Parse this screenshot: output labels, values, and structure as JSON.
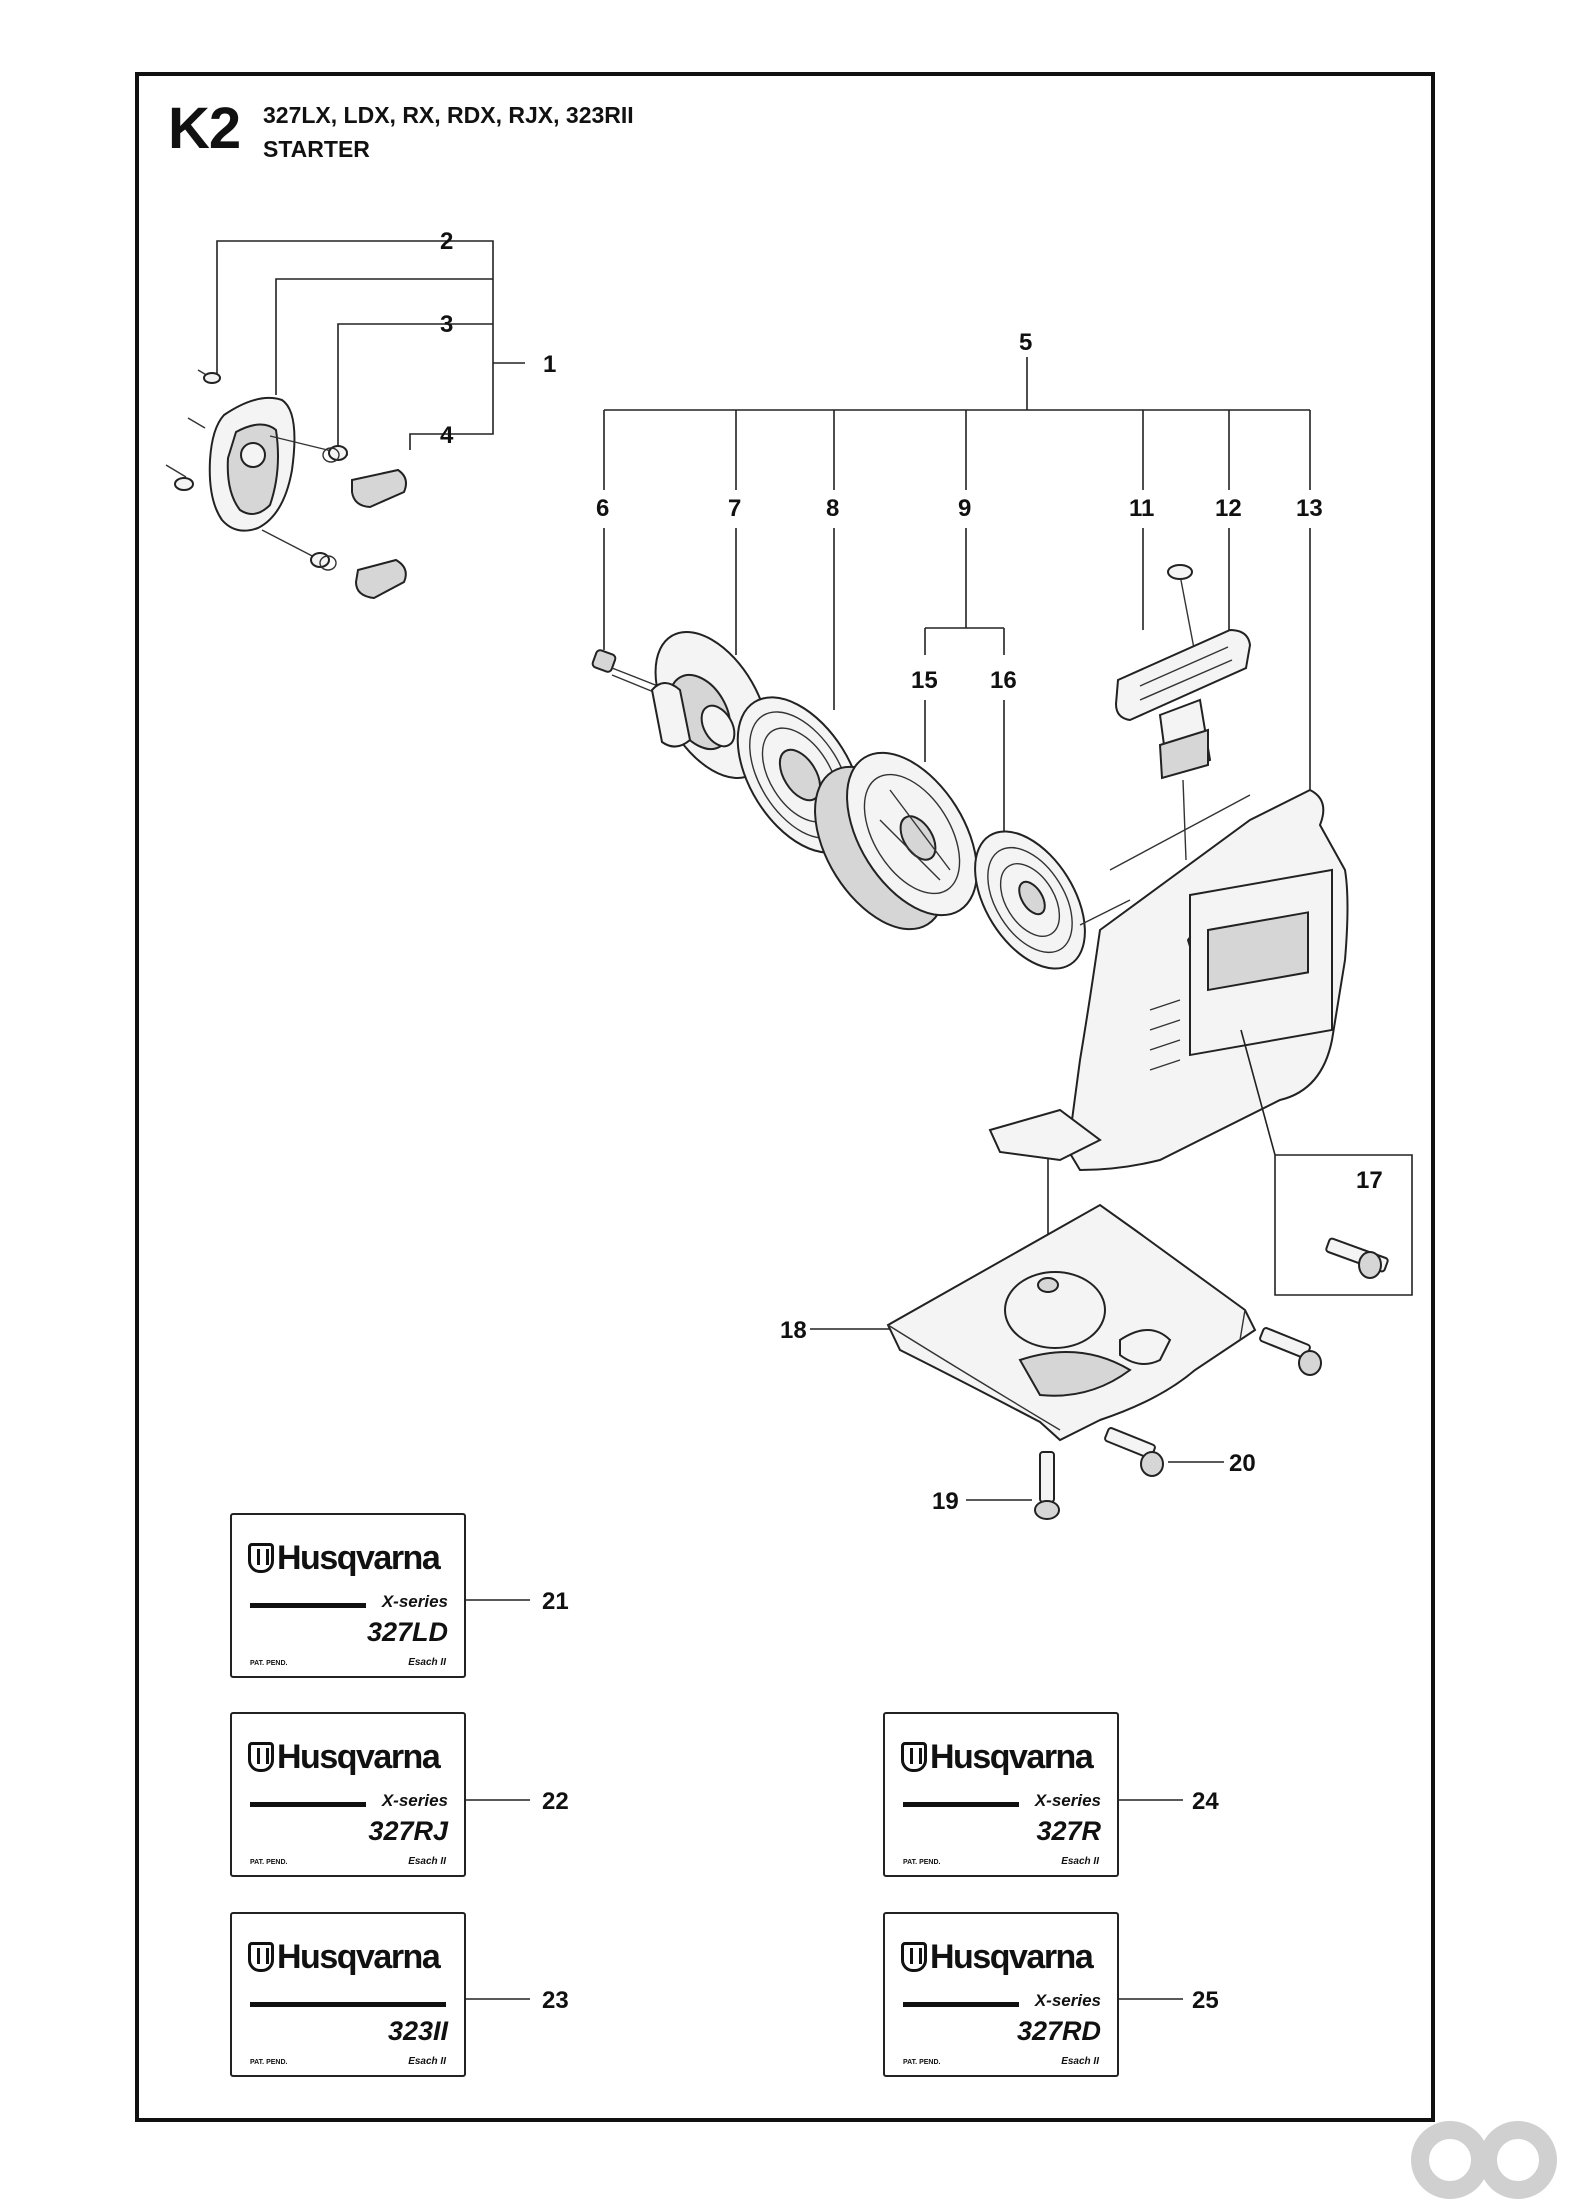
{
  "header": {
    "code": "K2",
    "models": "327LX, LDX, RX, RDX, RJX, 323RII",
    "section": "STARTER"
  },
  "callouts": [
    "1",
    "2",
    "3",
    "4",
    "5",
    "6",
    "7",
    "8",
    "9",
    "11",
    "12",
    "13",
    "15",
    "16",
    "17",
    "18",
    "19",
    "20",
    "21",
    "22",
    "23",
    "24",
    "25"
  ],
  "decals": [
    {
      "brand": "Husqvarna",
      "series": "X-series",
      "model": "327LD",
      "pat": "PAT. PEND.",
      "sach": "Esach II",
      "callout": "21"
    },
    {
      "brand": "Husqvarna",
      "series": "X-series",
      "model": "327RJ",
      "pat": "PAT. PEND.",
      "sach": "Esach II",
      "callout": "22"
    },
    {
      "brand": "Husqvarna",
      "series": "",
      "model": "323II",
      "pat": "PAT. PEND.",
      "sach": "Esach II",
      "callout": "23"
    },
    {
      "brand": "Husqvarna",
      "series": "X-series",
      "model": "327R",
      "pat": "PAT. PEND.",
      "sach": "Esach II",
      "callout": "24"
    },
    {
      "brand": "Husqvarna",
      "series": "X-series",
      "model": "327RD",
      "pat": "PAT. PEND.",
      "sach": "Esach II",
      "callout": "25"
    }
  ]
}
